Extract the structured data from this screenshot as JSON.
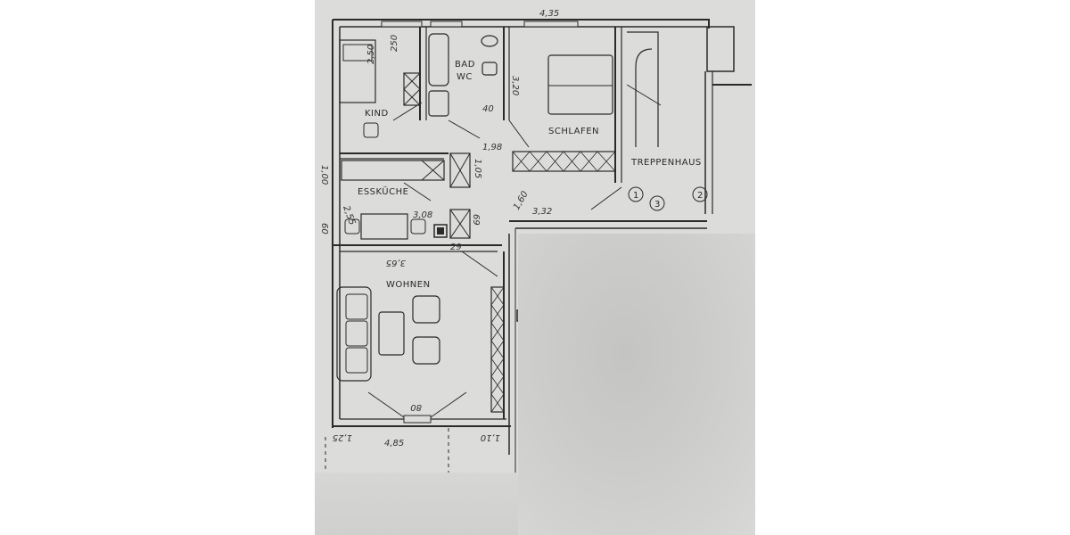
{
  "floorplan": {
    "rooms": [
      {
        "id": "kind",
        "label": "KIND"
      },
      {
        "id": "bad",
        "label": "BAD"
      },
      {
        "id": "wc",
        "label": "WC"
      },
      {
        "id": "schlafen",
        "label": "SCHLAFEN"
      },
      {
        "id": "treppenhaus",
        "label": "TREPPENHAUS"
      },
      {
        "id": "esskueche",
        "label": "ESSKÜCHE"
      },
      {
        "id": "wohnen",
        "label": "WOHNEN"
      }
    ],
    "dimensions": {
      "schlafen_width": "4,35",
      "bad_height": "3,20",
      "kind_250": "250",
      "kind_bed": "2,50",
      "bad_40": "40",
      "flur_198": "1,98",
      "flur_105": "1,05",
      "flur_160": "1,60",
      "flur_332": "3,32",
      "kueche_255": "2,55",
      "kueche_308": "3,08",
      "kueche_69": "69",
      "kueche_29": "29",
      "left_60": "60",
      "left_100": "1,00",
      "wohnen_365": "3,65",
      "wohnen_80": "80",
      "wohnen_485": "4,85",
      "wohnen_125": "1,25",
      "wohnen_110": "1,10"
    },
    "stair_markers": [
      "1",
      "2",
      "3"
    ]
  },
  "colors": {
    "paper": "#dcdcda",
    "ink": "#2a2a2a",
    "background": "#ffffff"
  }
}
